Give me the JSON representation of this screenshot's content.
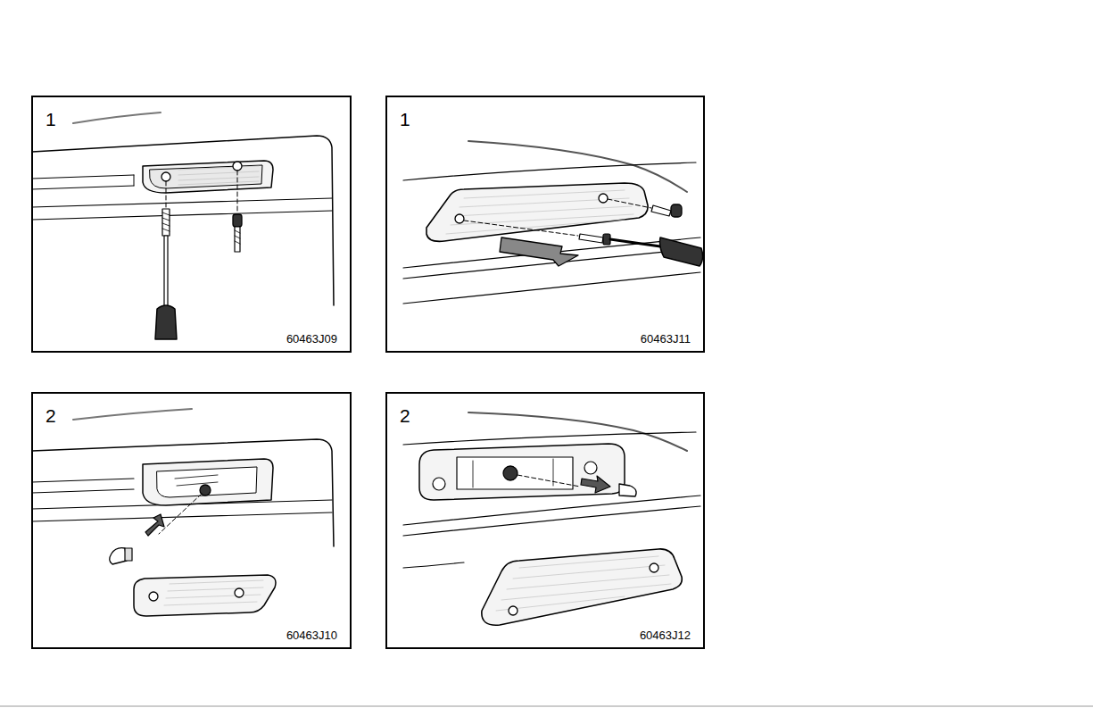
{
  "diagram": {
    "nodes": [
      {
        "text": [
          "1",
          "60463J09"
        ]
      },
      {
        "text": [
          "1",
          "60463J11"
        ]
      },
      {
        "text": [
          "2",
          "60463J10"
        ]
      },
      {
        "text": [
          "2",
          "60463J12"
        ]
      }
    ]
  }
}
